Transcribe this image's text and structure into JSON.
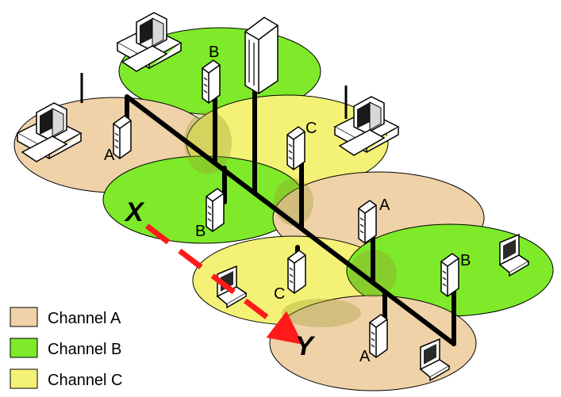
{
  "colors": {
    "channel_a": "#F0D2A8",
    "channel_b": "#7EEA2A",
    "channel_c": "#F4F276",
    "backbone": "#000000",
    "roaming_path": "#FF1A1A"
  },
  "cells": [
    {
      "channel": "B",
      "label": "B"
    },
    {
      "channel": "A",
      "label": "A"
    },
    {
      "channel": "C",
      "label": "C"
    },
    {
      "channel": "B",
      "label": "B"
    },
    {
      "channel": "A",
      "label": "A"
    },
    {
      "channel": "C",
      "label": "C"
    },
    {
      "channel": "B",
      "label": "B"
    },
    {
      "channel": "A",
      "label": "A"
    }
  ],
  "roaming": {
    "start": "X",
    "end": "Y"
  },
  "legend": [
    {
      "channel": "A",
      "label": "Channel A"
    },
    {
      "channel": "B",
      "label": "Channel B"
    },
    {
      "channel": "C",
      "label": "Channel C"
    }
  ]
}
